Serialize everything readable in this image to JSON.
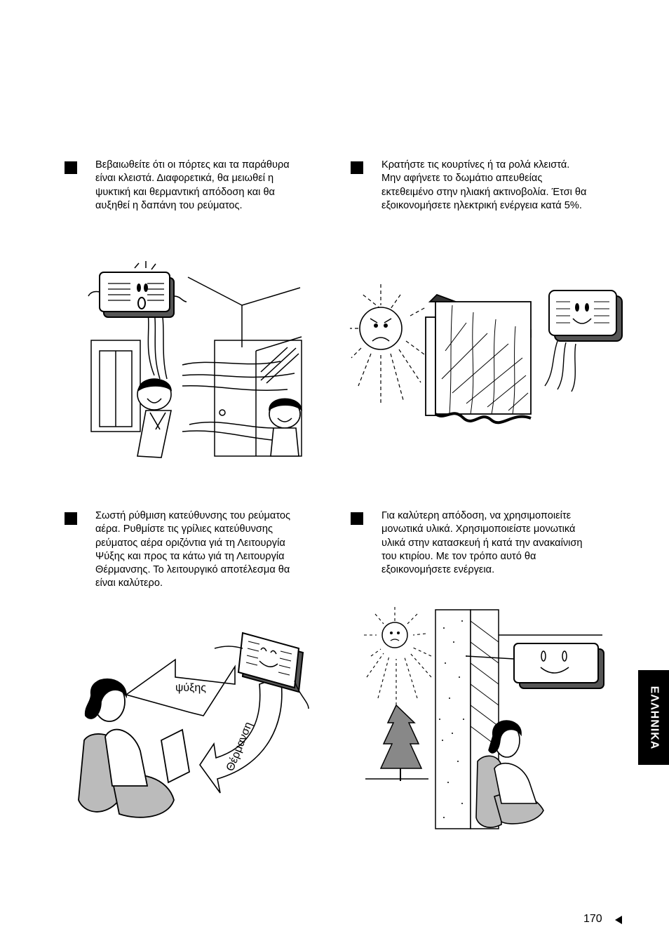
{
  "sections": [
    {
      "lines": [
        "Βεβαιωθείτε ότι οι πόρτες και τα παράθυρα",
        "είναι κλειστά. Διαφορετικά, θα μειωθεί η",
        "ψυκτική και θερμαντική απόδοση και θα",
        "αυξηθεί η δαπάνη του ρεύματος."
      ]
    },
    {
      "lines": [
        "Κρατήστε τις κουρτίνες ή τα ρολά κλειστά.",
        "Μην αφήνετε το δωμάτιο απευθείας",
        "εκτεθειμένο  στην ηλιακή ακτινοβολία. Έτσι θα",
        "εξοικονομήσετε ηλεκτρική ενέργεια κατά 5%."
      ]
    },
    {
      "lines": [
        "Σωστή ρύθμιση κατεύθυνσης του ρεύματος",
        "αέρα. Ρυθμίστε τις γρίλιες κατεύθυνσης",
        "ρεύματος αέρα οριζόντια γιά τη Λειτουργία",
        "Ψύξης και προς τα κάτω γιά τη Λειτουργία",
        "Θέρμανσης. Το λειτουργικό αποτέλεσμα θα",
        "είναι καλύτερο."
      ]
    },
    {
      "lines": [
        "Για καλύτερη απόδοση, να χρησιμοποιείτε",
        "μονωτικά υλικά. Χρησιμοποιείστε μονωτικά",
        "υλικά στην κατασκευή ή κατά την ανακαίνιση",
        "του κτιρίου. Με τον τρόπο αυτό θα",
        "εξοικονομήσετε ενέργεια."
      ]
    }
  ],
  "illustrations": {
    "cooling_label": "ψύξης",
    "heating_label": "Θέρμανση"
  },
  "side_tab": "ΕΛΛΗΝΙΚΑ",
  "page_number": "170"
}
